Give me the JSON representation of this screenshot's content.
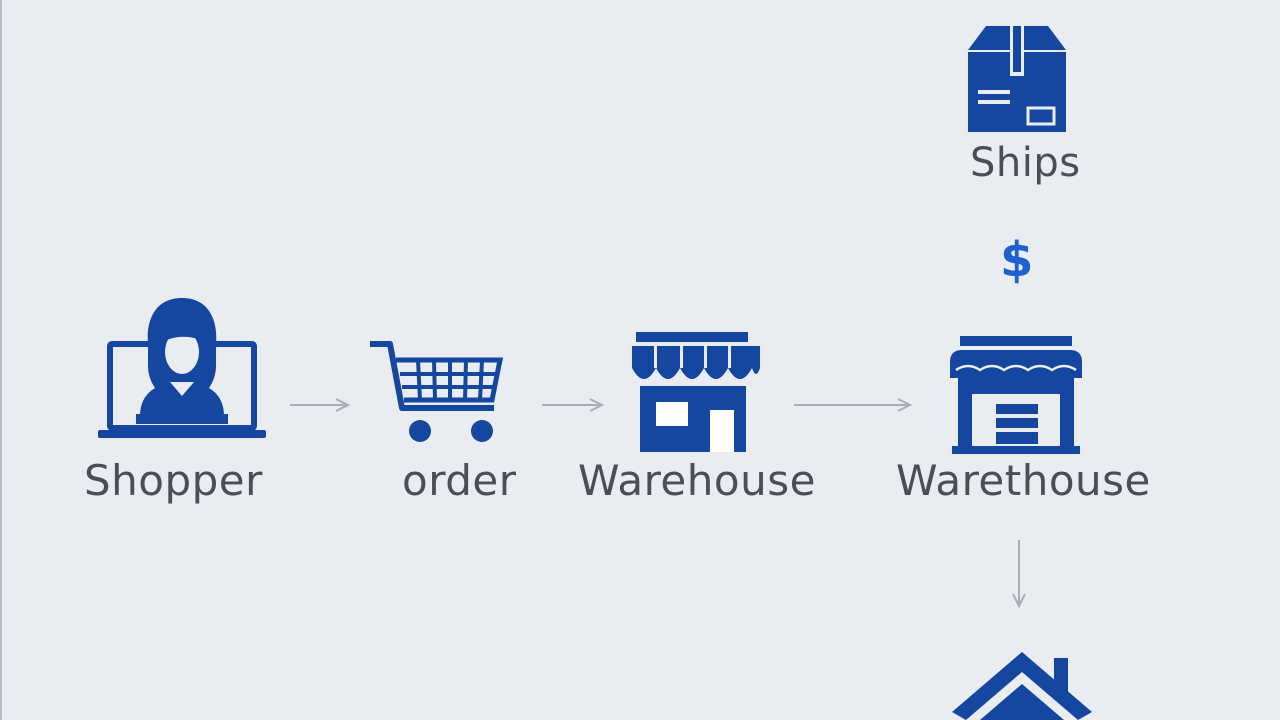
{
  "colors": {
    "background": "#e9edf1",
    "icon_primary": "#1546a0",
    "label_text": "#4b4f55",
    "arrow": "#a8adb4",
    "accent_dollar": "#1f5fd0"
  },
  "nodes": [
    {
      "id": "shopper",
      "label": "Shopper",
      "icon": "laptop-person-icon"
    },
    {
      "id": "order",
      "label": "order",
      "icon": "shopping-cart-icon"
    },
    {
      "id": "store",
      "label": "Warehouse",
      "icon": "storefront-icon"
    },
    {
      "id": "warehouse",
      "label": "Warethouse",
      "icon": "warehouse-icon"
    },
    {
      "id": "ships",
      "label": "Ships",
      "icon": "package-box-icon"
    },
    {
      "id": "home",
      "label": "",
      "icon": "house-icon"
    }
  ],
  "payment_symbol": "$",
  "flow": [
    {
      "from": "shopper",
      "to": "order"
    },
    {
      "from": "order",
      "to": "store"
    },
    {
      "from": "store",
      "to": "warehouse"
    },
    {
      "from": "warehouse",
      "to": "home"
    }
  ]
}
